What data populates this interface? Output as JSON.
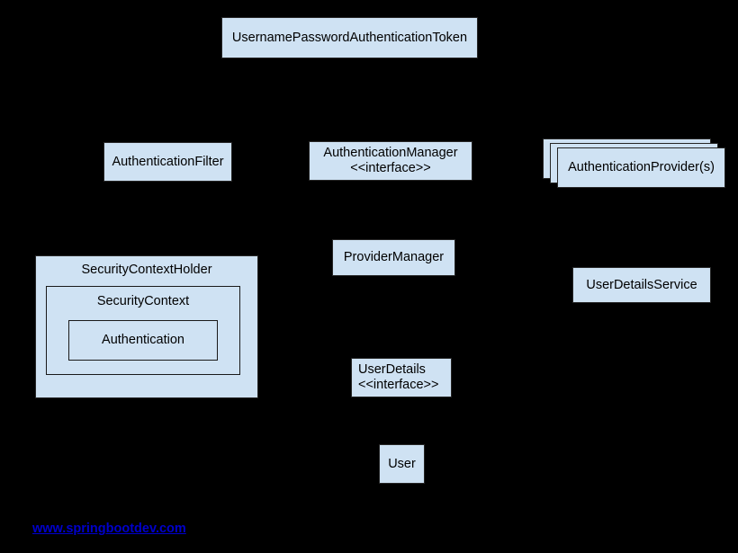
{
  "diagram": {
    "colors": {
      "background": "#000000",
      "node_fill": "#cfe2f3",
      "node_border": "#262626",
      "text": "#000000",
      "link": "#0000cc"
    },
    "nodes": {
      "username_password_authentication_token": "UsernamePasswordAuthenticationToken",
      "authentication_filter": "AuthenticationFilter",
      "authentication_manager": {
        "line1": "AuthenticationManager",
        "line2": "<<interface>>"
      },
      "authentication_providers": "AuthenticationProvider(s)",
      "security_context_holder": "SecurityContextHolder",
      "security_context": "SecurityContext",
      "authentication": "Authentication",
      "provider_manager": "ProviderManager",
      "user_details_service": "UserDetailsService",
      "user_details": {
        "line1": "UserDetails",
        "line2": "<<interface>>"
      },
      "user": "User"
    },
    "link": {
      "text": "www.springbootdev.com"
    }
  }
}
